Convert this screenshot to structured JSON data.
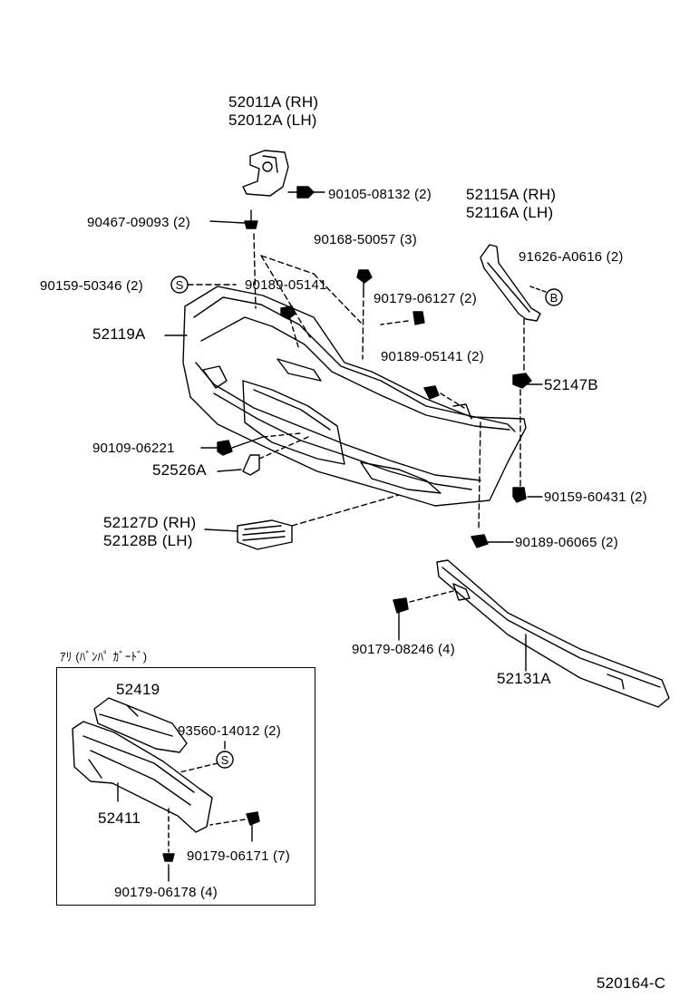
{
  "diagram_code": "520164-C",
  "labels": {
    "p52011A": "52011A (RH)",
    "p52012A": "52012A (LH)",
    "p90105": "90105-08132 (2)",
    "p90467": "90467-09093 (2)",
    "p52115A": "52115A (RH)",
    "p52116A": "52116A (LH)",
    "p90168": "90168-50057 (3)",
    "p91626": "91626-A0616 (2)",
    "p90159_50346": "90159-50346 (2)",
    "p90189_05141_a": "90189-05141",
    "p90179_06127": "90179-06127 (2)",
    "p52119A": "52119A",
    "p90189_05141_b": "90189-05141 (2)",
    "p52147B": "52147B",
    "p90109": "90109-06221",
    "p52526A": "52526A",
    "p90159_60431": "90159-60431 (2)",
    "p52127D": "52127D (RH)",
    "p52128B": "52128B (LH)",
    "p90189_06065": "90189-06065 (2)",
    "p90179_08246": "90179-08246 (4)",
    "p52131A": "52131A",
    "inset_title": "ｱﾘ (ﾊﾞﾝﾊﾟ ｶﾞｰﾄﾞ)",
    "p52419": "52419",
    "p93560": "93560-14012 (2)",
    "p52411": "52411",
    "p90179_06171": "90179-06171 (7)",
    "p90179_06178": "90179-06178 (4)"
  },
  "markers": {
    "s": "S",
    "b": "B"
  }
}
